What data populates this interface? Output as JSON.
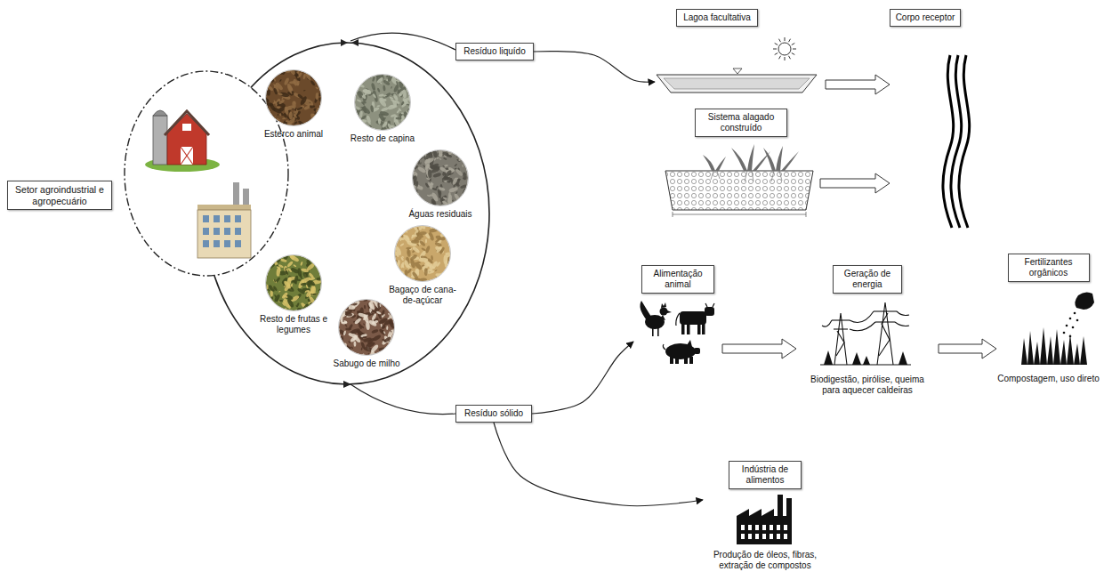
{
  "diagram": {
    "nodes": [
      {
        "text": [
          "Setor agroindustrial e agropecuário"
        ]
      },
      {
        "text": [
          "Esterco animal"
        ]
      },
      {
        "text": [
          "Resto de capina"
        ]
      },
      {
        "text": [
          "Águas residuais"
        ]
      },
      {
        "text": [
          "Bagaço de cana-de-açúcar"
        ]
      },
      {
        "text": [
          "Sabugo de milho"
        ]
      },
      {
        "text": [
          "Resto de frutas e legumes"
        ]
      },
      {
        "text": [
          "Resíduo liquído"
        ]
      },
      {
        "text": [
          "Lagoa facultativa"
        ]
      },
      {
        "text": [
          "Corpo receptor"
        ]
      },
      {
        "text": [
          "Sistema alagado construído"
        ]
      },
      {
        "text": [
          "Alimentação animal"
        ]
      },
      {
        "text": [
          "Geração de energia",
          "Biodigestão, pirólise, queima para aquecer caldeiras"
        ]
      },
      {
        "text": [
          "Fertilizantes orgânicos",
          "Compostagem, uso direto"
        ]
      },
      {
        "text": [
          "Resíduo sólido"
        ]
      },
      {
        "text": [
          "Indústria de alimentos",
          "Produção de óleos, fibras, extração de compostos"
        ]
      }
    ],
    "edges": [
      {
        "from": 7,
        "to": 8,
        "arrow": "to"
      },
      {
        "from": 8,
        "to": 9,
        "arrow": "to"
      },
      {
        "from": 10,
        "to": 9,
        "arrow": "to"
      },
      {
        "from": 14,
        "to": 11,
        "arrow": "to"
      },
      {
        "from": 11,
        "to": 12,
        "arrow": "to"
      },
      {
        "from": 12,
        "to": 13,
        "arrow": "to"
      },
      {
        "from": 14,
        "to": 15,
        "arrow": "to"
      }
    ]
  }
}
